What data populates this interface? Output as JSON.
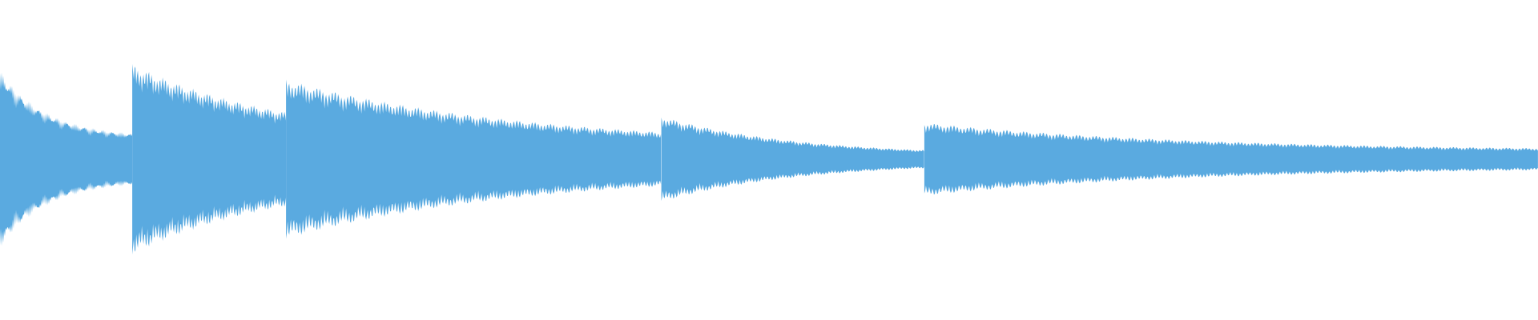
{
  "waveform": {
    "color": "#5aaae0",
    "background": "#ffffff",
    "segments": [
      {
        "start": 0.0,
        "end": 0.086,
        "peak": 0.56,
        "floor": 0.14,
        "tau": 0.03,
        "cycle": 0.0022
      },
      {
        "start": 0.086,
        "end": 0.186,
        "peak": 0.6,
        "floor": 0.12,
        "tau": 0.1,
        "cycle": 0.0036
      },
      {
        "start": 0.186,
        "end": 0.43,
        "peak": 0.5,
        "floor": 0.08,
        "tau": 0.16,
        "cycle": 0.004
      },
      {
        "start": 0.43,
        "end": 0.601,
        "peak": 0.27,
        "floor": 0.02,
        "tau": 0.09,
        "cycle": 0.004
      },
      {
        "start": 0.601,
        "end": 1.0,
        "peak": 0.23,
        "floor": 0.05,
        "tau": 0.18,
        "cycle": 0.0043
      }
    ]
  }
}
